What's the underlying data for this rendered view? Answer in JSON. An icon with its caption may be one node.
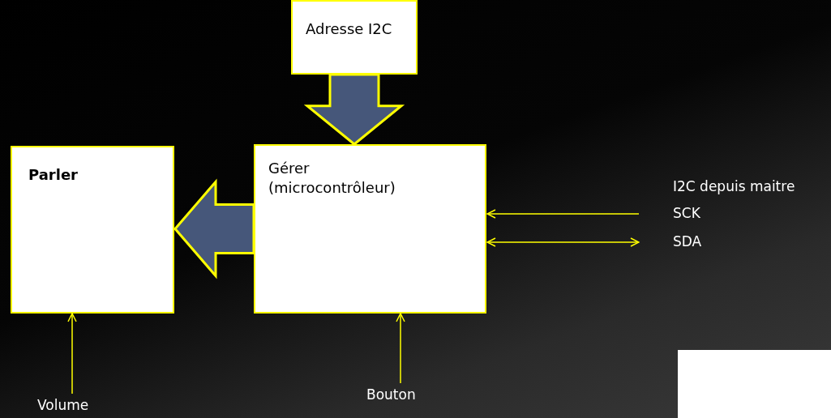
{
  "diagram": {
    "nodes": [
      {
        "text": [
          "Adresse I2C"
        ]
      },
      {
        "text": [
          "Parler"
        ]
      },
      {
        "text": [
          "Gérer",
          "(microcontrôleur)"
        ]
      },
      {
        "text": [
          "SCK"
        ]
      },
      {
        "text": [
          "SDA"
        ]
      },
      {
        "text": [
          "Volume"
        ]
      },
      {
        "text": [
          "Bouton"
        ]
      },
      {
        "text": [],
        "shape": "box"
      }
    ],
    "edges": [
      {
        "from": 0,
        "to": 2,
        "arrow": "to",
        "style": "thick"
      },
      {
        "from": 2,
        "to": 1,
        "arrow": "to",
        "style": "thick"
      },
      {
        "from": 3,
        "to": 2,
        "arrow": "to"
      },
      {
        "from": 4,
        "to": 2,
        "arrow": "both"
      },
      {
        "from": 5,
        "to": 1,
        "arrow": "to"
      },
      {
        "from": 6,
        "to": 2,
        "arrow": "to"
      }
    ],
    "labels": [
      "I2C depuis maitre"
    ]
  }
}
